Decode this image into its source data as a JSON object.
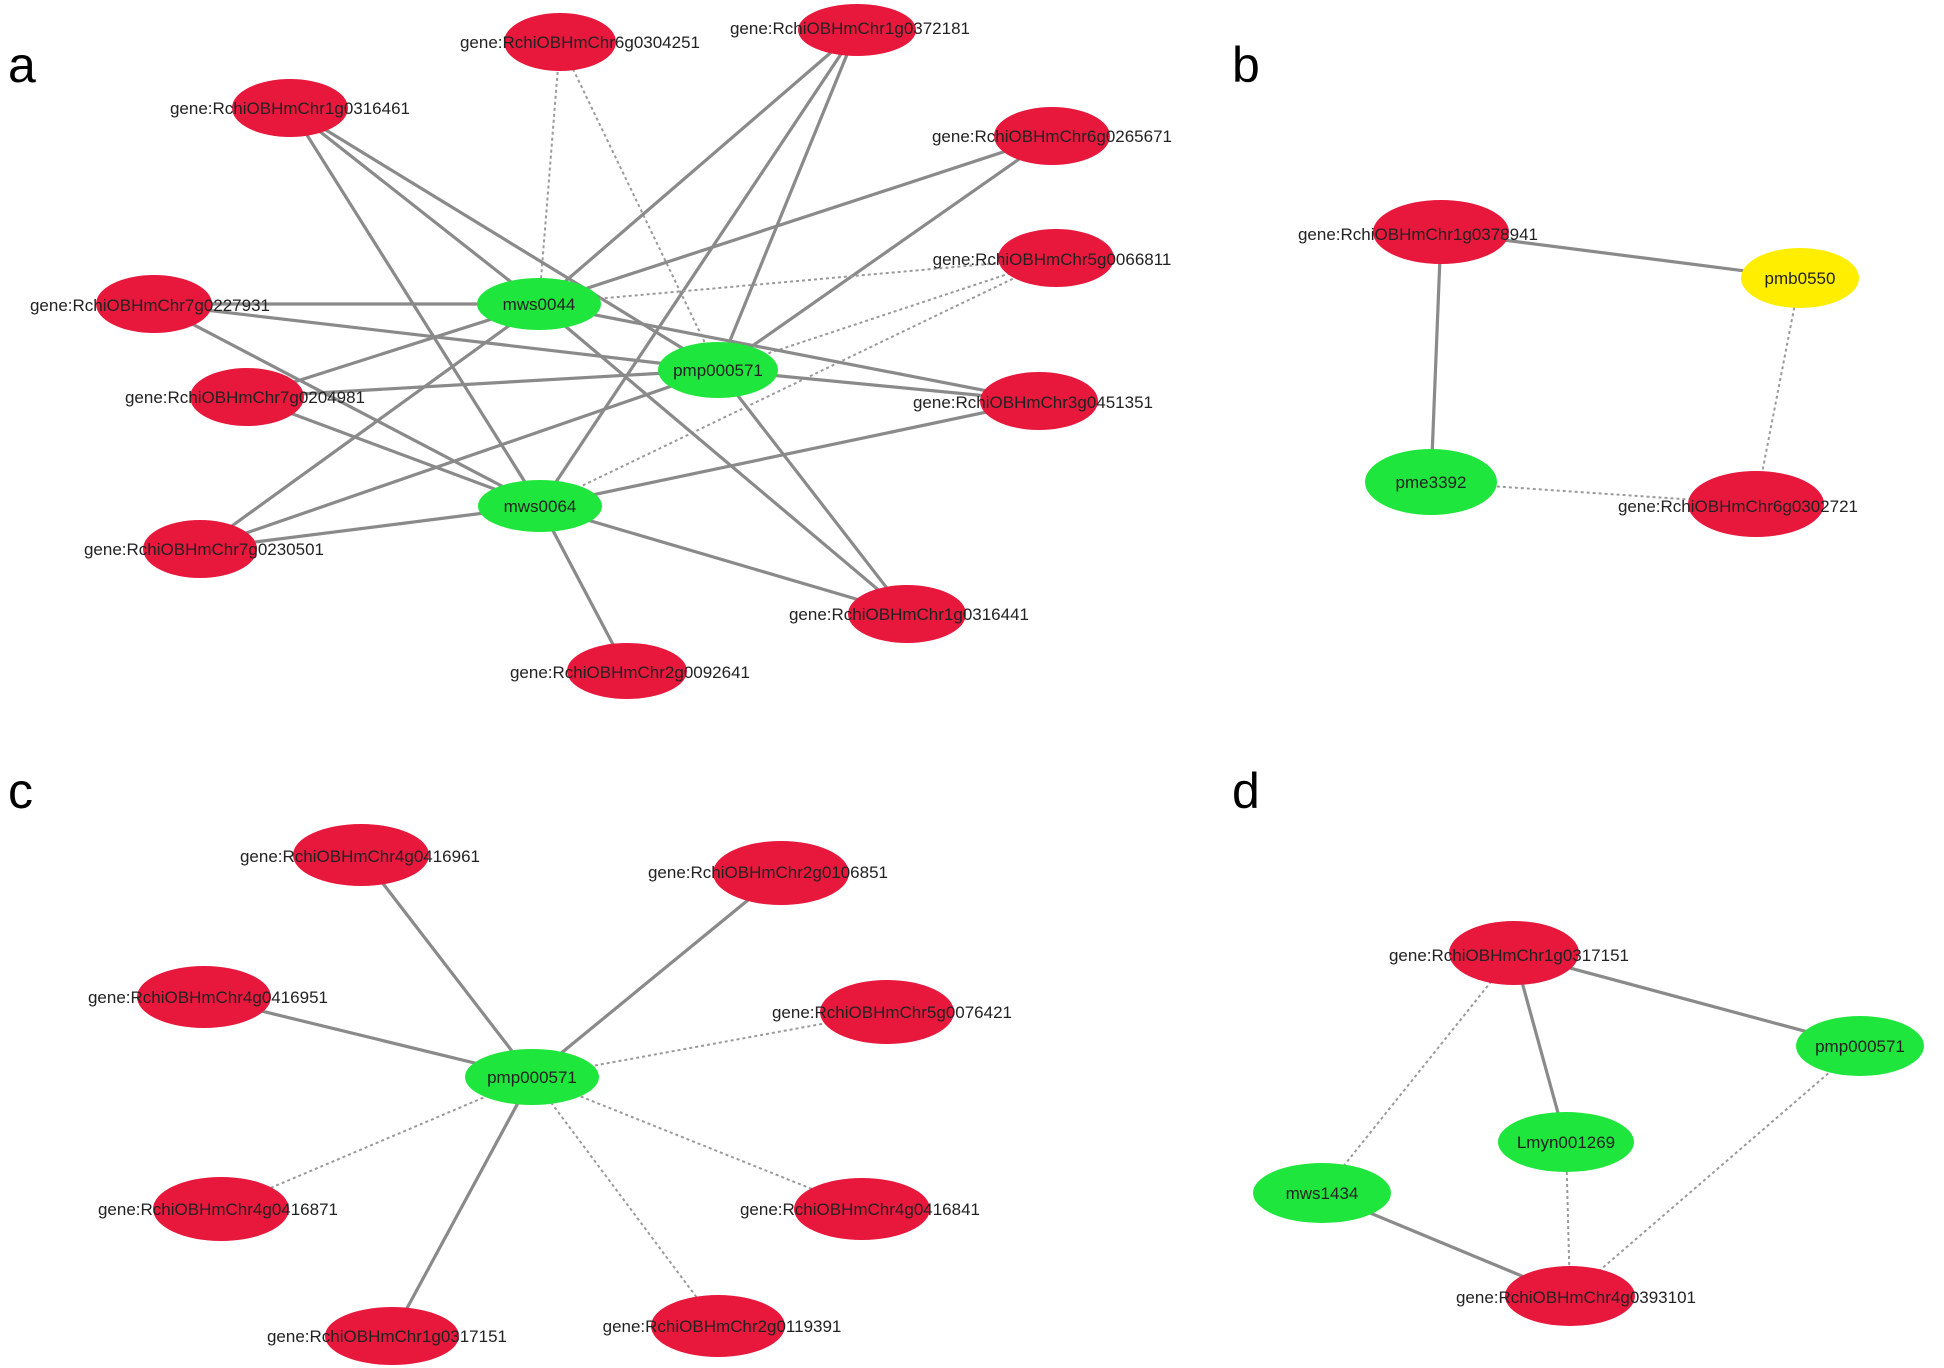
{
  "colors": {
    "gene": "#e8173c",
    "metabolite": "#1fe63c",
    "highlight": "#ffee00",
    "solid_edge": "#8a8a8a",
    "dashed_edge": "#9a9a9a"
  },
  "panels": [
    {
      "id": "a",
      "letter": "a",
      "nodes": [
        {
          "id": "g6_0304251",
          "label": "gene:RchiOBHmChr6g0304251",
          "kind": "gene"
        },
        {
          "id": "g1_0372181",
          "label": "gene:RchiOBHmChr1g0372181",
          "kind": "gene"
        },
        {
          "id": "g1_0316461",
          "label": "gene:RchiOBHmChr1g0316461",
          "kind": "gene"
        },
        {
          "id": "g6_0265671",
          "label": "gene:RchiOBHmChr6g0265671",
          "kind": "gene"
        },
        {
          "id": "g5_0066811",
          "label": "gene:RchiOBHmChr5g0066811",
          "kind": "gene"
        },
        {
          "id": "g7_0227931",
          "label": "gene:RchiOBHmChr7g0227931",
          "kind": "gene"
        },
        {
          "id": "g7_0204981",
          "label": "gene:RchiOBHmChr7g0204981",
          "kind": "gene"
        },
        {
          "id": "g3_0451351",
          "label": "gene:RchiOBHmChr3g0451351",
          "kind": "gene"
        },
        {
          "id": "g7_0230501",
          "label": "gene:RchiOBHmChr7g0230501",
          "kind": "gene"
        },
        {
          "id": "g1_0316441",
          "label": "gene:RchiOBHmChr1g0316441",
          "kind": "gene"
        },
        {
          "id": "g2_0092641",
          "label": "gene:RchiOBHmChr2g0092641",
          "kind": "gene"
        },
        {
          "id": "mws0044",
          "label": "mws0044",
          "kind": "metabolite"
        },
        {
          "id": "pmp000571",
          "label": "pmp000571",
          "kind": "metabolite"
        },
        {
          "id": "mws0064",
          "label": "mws0064",
          "kind": "metabolite"
        }
      ],
      "edges": [
        {
          "from": "g6_0304251",
          "to": "mws0044",
          "style": "dashed"
        },
        {
          "from": "g6_0304251",
          "to": "pmp000571",
          "style": "dashed"
        },
        {
          "from": "g1_0372181",
          "to": "mws0044",
          "style": "solid"
        },
        {
          "from": "g1_0372181",
          "to": "pmp000571",
          "style": "solid"
        },
        {
          "from": "g1_0372181",
          "to": "mws0064",
          "style": "solid"
        },
        {
          "from": "g1_0316461",
          "to": "mws0044",
          "style": "solid"
        },
        {
          "from": "g1_0316461",
          "to": "pmp000571",
          "style": "solid"
        },
        {
          "from": "g1_0316461",
          "to": "mws0064",
          "style": "solid"
        },
        {
          "from": "g6_0265671",
          "to": "mws0044",
          "style": "solid"
        },
        {
          "from": "g6_0265671",
          "to": "pmp000571",
          "style": "solid"
        },
        {
          "from": "g5_0066811",
          "to": "mws0044",
          "style": "dashed"
        },
        {
          "from": "g5_0066811",
          "to": "pmp000571",
          "style": "dashed"
        },
        {
          "from": "g5_0066811",
          "to": "mws0064",
          "style": "dashed"
        },
        {
          "from": "g7_0227931",
          "to": "mws0044",
          "style": "solid"
        },
        {
          "from": "g7_0227931",
          "to": "pmp000571",
          "style": "solid"
        },
        {
          "from": "g7_0227931",
          "to": "mws0064",
          "style": "solid"
        },
        {
          "from": "g7_0204981",
          "to": "mws0044",
          "style": "solid"
        },
        {
          "from": "g7_0204981",
          "to": "pmp000571",
          "style": "solid"
        },
        {
          "from": "g7_0204981",
          "to": "mws0064",
          "style": "solid"
        },
        {
          "from": "g3_0451351",
          "to": "mws0044",
          "style": "solid"
        },
        {
          "from": "g3_0451351",
          "to": "pmp000571",
          "style": "solid"
        },
        {
          "from": "g3_0451351",
          "to": "mws0064",
          "style": "solid"
        },
        {
          "from": "g7_0230501",
          "to": "mws0044",
          "style": "solid"
        },
        {
          "from": "g7_0230501",
          "to": "pmp000571",
          "style": "solid"
        },
        {
          "from": "g7_0230501",
          "to": "mws0064",
          "style": "solid"
        },
        {
          "from": "g1_0316441",
          "to": "mws0044",
          "style": "solid"
        },
        {
          "from": "g1_0316441",
          "to": "pmp000571",
          "style": "solid"
        },
        {
          "from": "g1_0316441",
          "to": "mws0064",
          "style": "solid"
        },
        {
          "from": "g2_0092641",
          "to": "mws0064",
          "style": "solid"
        }
      ]
    },
    {
      "id": "b",
      "letter": "b",
      "nodes": [
        {
          "id": "g1_0378941",
          "label": "gene:RchiOBHmChr1g0378941",
          "kind": "gene"
        },
        {
          "id": "pmb0550",
          "label": "pmb0550",
          "kind": "highlight"
        },
        {
          "id": "pme3392",
          "label": "pme3392",
          "kind": "metabolite"
        },
        {
          "id": "g6_0302721",
          "label": "gene:RchiOBHmChr6g0302721",
          "kind": "gene"
        }
      ],
      "edges": [
        {
          "from": "g1_0378941",
          "to": "pmb0550",
          "style": "solid"
        },
        {
          "from": "g1_0378941",
          "to": "pme3392",
          "style": "solid"
        },
        {
          "from": "pmb0550",
          "to": "g6_0302721",
          "style": "dashed"
        },
        {
          "from": "pme3392",
          "to": "g6_0302721",
          "style": "dashed"
        }
      ]
    },
    {
      "id": "c",
      "letter": "c",
      "nodes": [
        {
          "id": "g4_0416961",
          "label": "gene:RchiOBHmChr4g0416961",
          "kind": "gene"
        },
        {
          "id": "g2_0106851",
          "label": "gene:RchiOBHmChr2g0106851",
          "kind": "gene"
        },
        {
          "id": "g4_0416951",
          "label": "gene:RchiOBHmChr4g0416951",
          "kind": "gene"
        },
        {
          "id": "g5_0076421",
          "label": "gene:RchiOBHmChr5g0076421",
          "kind": "gene"
        },
        {
          "id": "pmp000571c",
          "label": "pmp000571",
          "kind": "metabolite"
        },
        {
          "id": "g4_0416871",
          "label": "gene:RchiOBHmChr4g0416871",
          "kind": "gene"
        },
        {
          "id": "g4_0416841",
          "label": "gene:RchiOBHmChr4g0416841",
          "kind": "gene"
        },
        {
          "id": "g1_0317151c",
          "label": "gene:RchiOBHmChr1g0317151",
          "kind": "gene"
        },
        {
          "id": "g2_0119391",
          "label": "gene:RchiOBHmChr2g0119391",
          "kind": "gene"
        }
      ],
      "edges": [
        {
          "from": "g4_0416961",
          "to": "pmp000571c",
          "style": "solid"
        },
        {
          "from": "g2_0106851",
          "to": "pmp000571c",
          "style": "solid"
        },
        {
          "from": "g4_0416951",
          "to": "pmp000571c",
          "style": "solid"
        },
        {
          "from": "g5_0076421",
          "to": "pmp000571c",
          "style": "dashed"
        },
        {
          "from": "g4_0416871",
          "to": "pmp000571c",
          "style": "dashed"
        },
        {
          "from": "g4_0416841",
          "to": "pmp000571c",
          "style": "dashed"
        },
        {
          "from": "g1_0317151c",
          "to": "pmp000571c",
          "style": "solid"
        },
        {
          "from": "g2_0119391",
          "to": "pmp000571c",
          "style": "dashed"
        }
      ]
    },
    {
      "id": "d",
      "letter": "d",
      "nodes": [
        {
          "id": "g1_0317151d",
          "label": "gene:RchiOBHmChr1g0317151",
          "kind": "gene"
        },
        {
          "id": "pmp000571d",
          "label": "pmp000571",
          "kind": "metabolite"
        },
        {
          "id": "Lmyn001269",
          "label": "Lmyn001269",
          "kind": "metabolite"
        },
        {
          "id": "mws1434",
          "label": "mws1434",
          "kind": "metabolite"
        },
        {
          "id": "g4_0393101",
          "label": "gene:RchiOBHmChr4g0393101",
          "kind": "gene"
        }
      ],
      "edges": [
        {
          "from": "g1_0317151d",
          "to": "pmp000571d",
          "style": "solid"
        },
        {
          "from": "g1_0317151d",
          "to": "Lmyn001269",
          "style": "solid"
        },
        {
          "from": "g1_0317151d",
          "to": "mws1434",
          "style": "dashed"
        },
        {
          "from": "mws1434",
          "to": "g4_0393101",
          "style": "solid"
        },
        {
          "from": "Lmyn001269",
          "to": "g4_0393101",
          "style": "dashed"
        },
        {
          "from": "pmp000571d",
          "to": "g4_0393101",
          "style": "dashed"
        }
      ]
    }
  ]
}
